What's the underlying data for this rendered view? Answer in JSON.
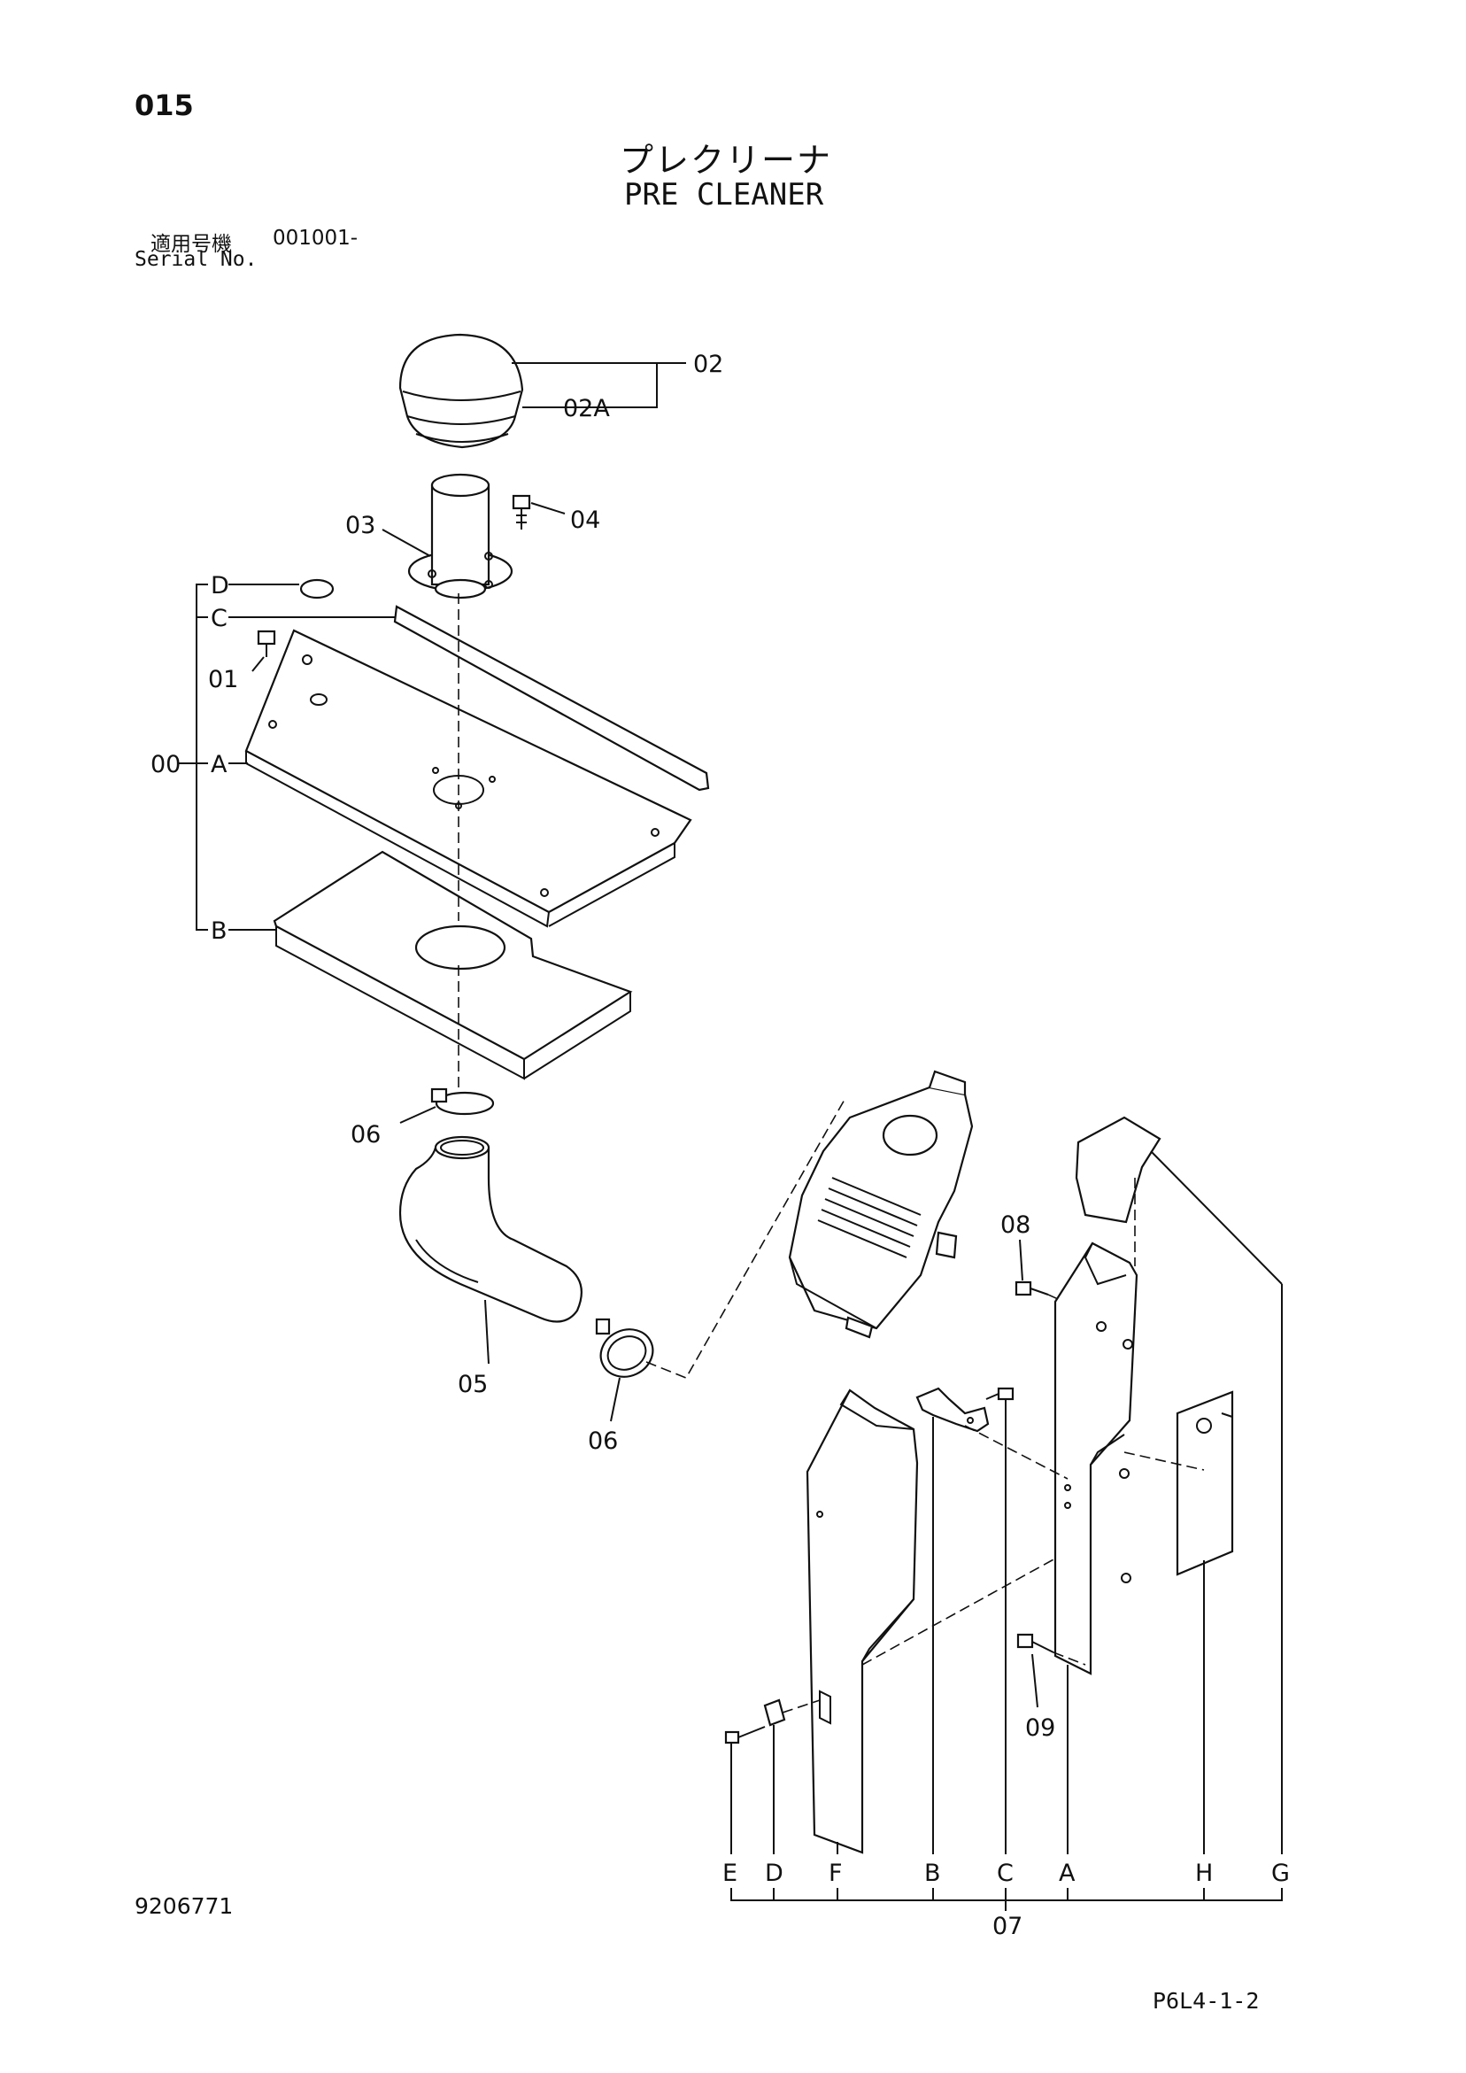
{
  "header": {
    "page_number": "015",
    "title_ja": "プレクリーナ",
    "title_en": "PRE CLEANER",
    "serial_label_ja": "適用号機",
    "serial_value": "001001-",
    "serial_label_en": "Serial No."
  },
  "callouts": {
    "c00": "00",
    "c01": "01",
    "c02": "02",
    "c02a": "02A",
    "c03": "03",
    "c04": "04",
    "c05": "05",
    "c06a": "06",
    "c06b": "06",
    "c07": "07",
    "c08": "08",
    "c09": "09",
    "sub00": [
      "D",
      "C",
      "A",
      "B"
    ],
    "sub07": [
      "E",
      "D",
      "F",
      "B",
      "C",
      "A",
      "H",
      "G"
    ]
  },
  "footer": {
    "document_number": "9206771",
    "figure_code": "P6L4-1-2"
  }
}
